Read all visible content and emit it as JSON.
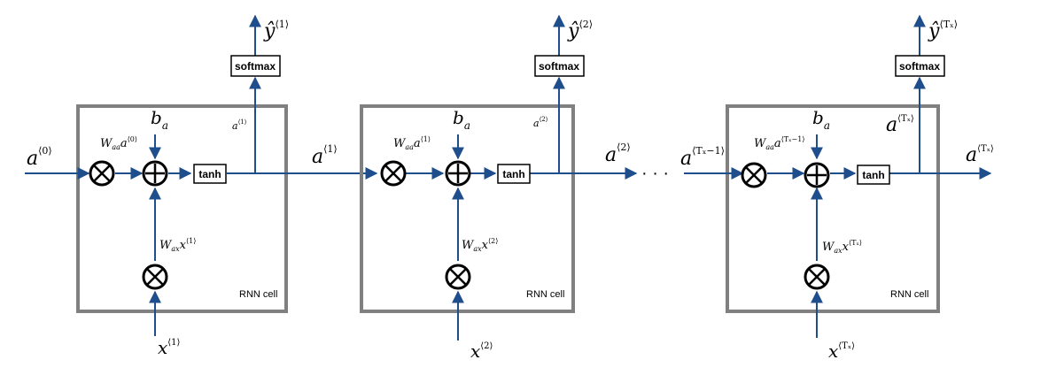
{
  "diagram": {
    "cell_label": "RNN cell",
    "softmax_label": "softmax",
    "tanh_label": "tanh",
    "ellipsis": "· · ·",
    "initial_activation": {
      "base": "a",
      "sup": "⟨0⟩"
    },
    "cells": [
      {
        "bias": {
          "base": "b",
          "sub": "a"
        },
        "waa_term": {
          "w": "W",
          "wsub": "aa",
          "base": "a",
          "sup": "⟨0⟩"
        },
        "wax_term": {
          "w": "W",
          "wsub": "ax",
          "base": "x",
          "sup": "⟨1⟩"
        },
        "input": {
          "base": "x",
          "sup": "⟨1⟩"
        },
        "output": {
          "base": "ŷ",
          "sup": "⟨1⟩"
        },
        "inner_activation": {
          "base": "a",
          "sup": "⟨1⟩"
        },
        "outer_activation": {
          "base": "a",
          "sup": "⟨1⟩"
        }
      },
      {
        "bias": {
          "base": "b",
          "sub": "a"
        },
        "waa_term": {
          "w": "W",
          "wsub": "aa",
          "base": "a",
          "sup": "⟨1⟩"
        },
        "wax_term": {
          "w": "W",
          "wsub": "ax",
          "base": "x",
          "sup": "⟨2⟩"
        },
        "input": {
          "base": "x",
          "sup": "⟨2⟩"
        },
        "output": {
          "base": "ŷ",
          "sup": "⟨2⟩"
        },
        "inner_activation": {
          "base": "a",
          "sup": "⟨2⟩"
        },
        "outer_activation": {
          "base": "a",
          "sup": "⟨2⟩"
        }
      },
      {
        "bias": {
          "base": "b",
          "sub": "a"
        },
        "waa_term": {
          "w": "W",
          "wsub": "aa",
          "base": "a",
          "sup": "⟨Tₓ−1⟩"
        },
        "wax_term": {
          "w": "W",
          "wsub": "ax",
          "base": "x",
          "sup": "⟨Tₓ⟩"
        },
        "input": {
          "base": "x",
          "sup": "⟨Tₓ⟩"
        },
        "output": {
          "base": "ŷ",
          "sup": "⟨Tₓ⟩"
        },
        "inner_activation": {
          "base": "a",
          "sup": "⟨Tₓ⟩"
        },
        "outer_activation": {
          "base": "a",
          "sup": "⟨Tₓ⟩"
        }
      }
    ],
    "last_incoming_activation": {
      "base": "a",
      "sup": "⟨Tₓ−1⟩"
    },
    "colors": {
      "flow": "#1f4e8c",
      "cell_border": "#808080",
      "text": "#000000"
    },
    "icons": {
      "multiply": "circle-times-icon",
      "add": "circle-plus-icon"
    }
  }
}
